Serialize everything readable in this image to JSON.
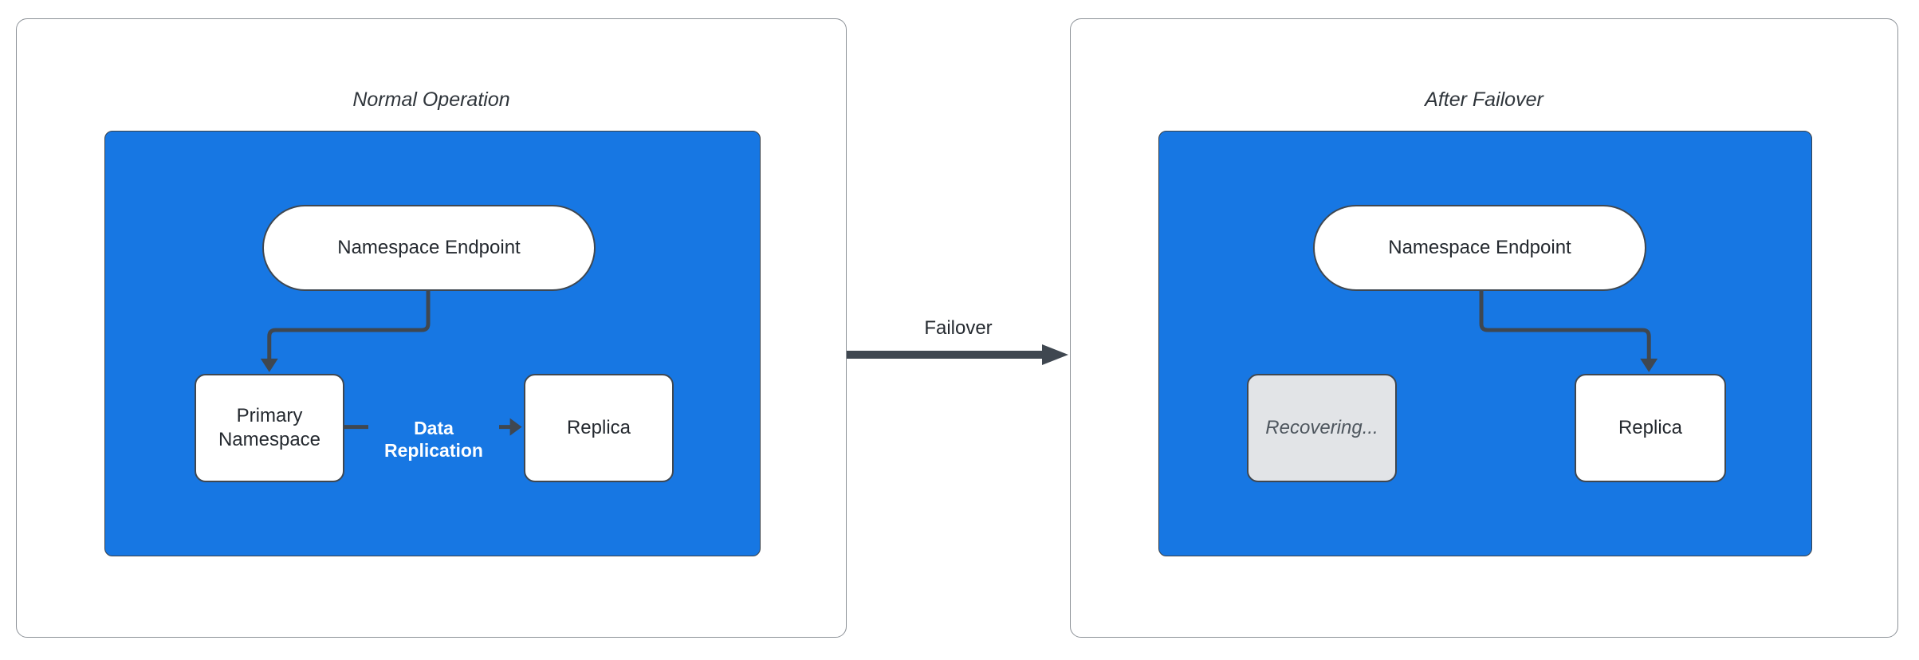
{
  "colors": {
    "blue": "#1777E3",
    "arrow": "#3F4750",
    "panel_border": "#8D9298",
    "node_border": "#3F4750",
    "recovering_bg": "#E2E4E7",
    "recovering_text": "#4E565E",
    "title_text": "#2F353B",
    "node_text": "#24292F",
    "label_on_blue": "#FFFFFF"
  },
  "left_panel": {
    "title": "Normal Operation",
    "endpoint_label": "Namespace Endpoint",
    "primary_label": "Primary Namespace",
    "replica_label": "Replica",
    "replication_label": "Data Replication"
  },
  "failover": {
    "label": "Failover"
  },
  "right_panel": {
    "title": "After Failover",
    "endpoint_label": "Namespace Endpoint",
    "recovering_label": "Recovering...",
    "replica_label": "Replica"
  }
}
